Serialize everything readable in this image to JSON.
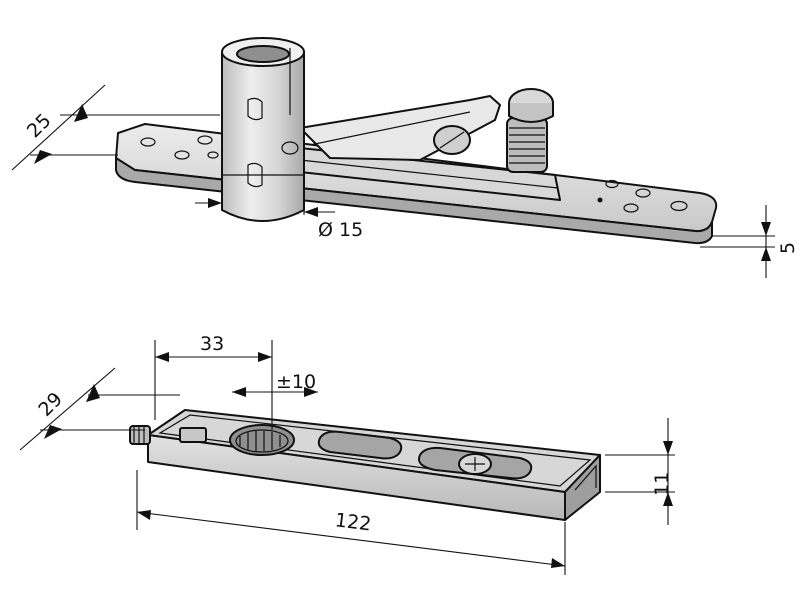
{
  "labels": {
    "top_height": "25",
    "top_diameter": "Ø 15",
    "top_thickness": "5",
    "bottom_offset": "33",
    "bottom_adjust": "±10",
    "bottom_depth": "29",
    "bottom_height": "11",
    "bottom_length": "122"
  },
  "colors": {
    "ink": "#111111",
    "metal_light": "#e6e6e6",
    "metal_mid": "#c8c8c8",
    "metal_dark": "#9a9a9a",
    "background": "#ffffff"
  }
}
